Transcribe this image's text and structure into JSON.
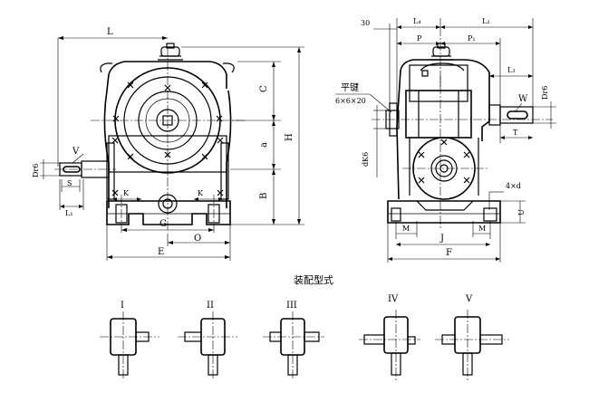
{
  "front_view": {
    "labels": {
      "L": "L",
      "C": "C",
      "a": "a",
      "H": "H",
      "B": "B",
      "Dr6": "Dr6",
      "V": "V",
      "S": "S",
      "L1": "L₁",
      "K_left": "K",
      "K_right": "K",
      "G": "G",
      "O": "O",
      "E": "E"
    }
  },
  "side_view": {
    "labels": {
      "d30": "30",
      "L4": "L₄",
      "L2": "L₂",
      "P": "P",
      "P1": "P₁",
      "L3": "L₃",
      "key": "平键",
      "key_size": "6×6×20",
      "W": "W",
      "Dr6": "Dr6",
      "T": "T",
      "dK6": "dK6",
      "hole": "4×d",
      "U": "U",
      "M_left": "M",
      "M_right": "M",
      "J": "J",
      "F": "F"
    }
  },
  "assembly": {
    "title": "装配型式",
    "types": [
      "I",
      "II",
      "III",
      "IV",
      "V"
    ]
  }
}
